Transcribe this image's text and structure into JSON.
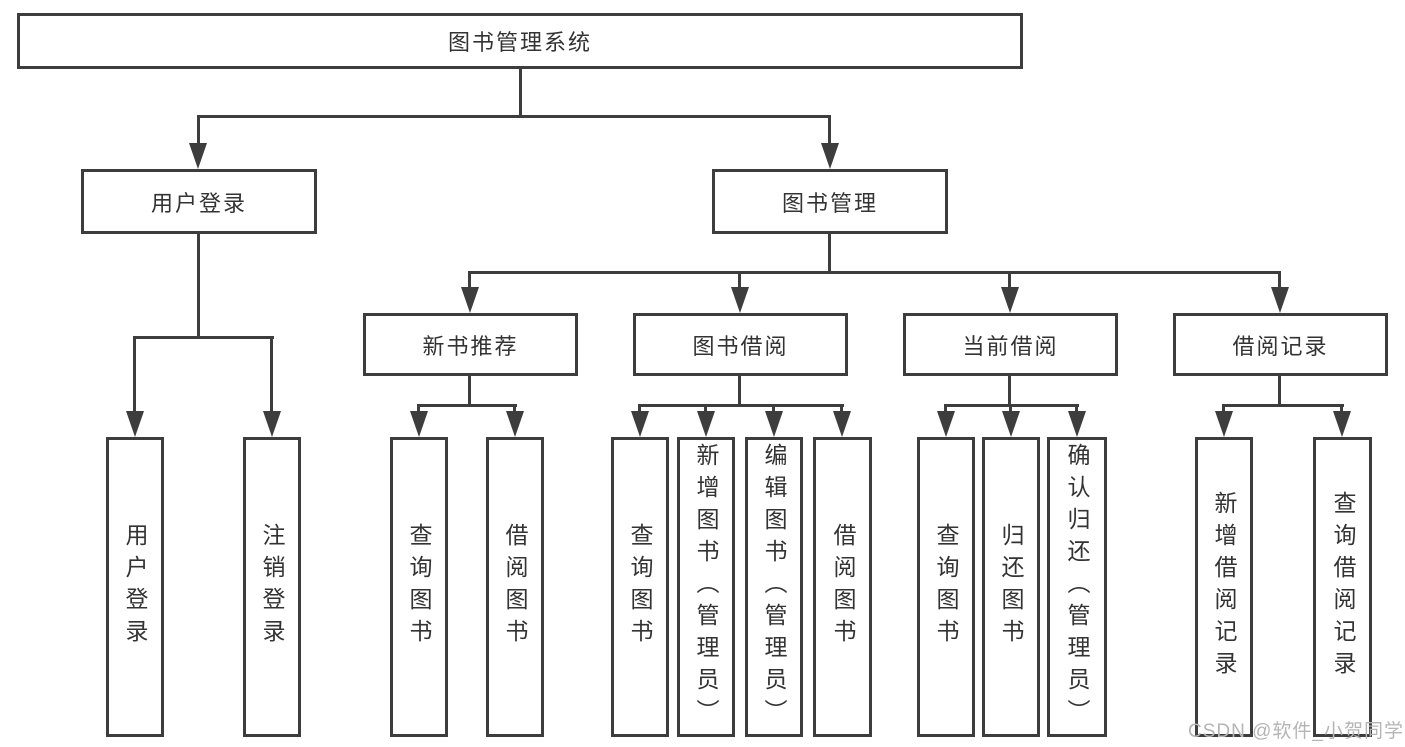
{
  "colors": {
    "line": "#3d3d3d",
    "text": "#333333",
    "watermark": "#b5b5b5",
    "background": "#ffffff"
  },
  "tree": {
    "label": "图书管理系统",
    "children": [
      {
        "label": "用户登录",
        "children": [
          {
            "label": "用户登录"
          },
          {
            "label": "注销登录"
          }
        ]
      },
      {
        "label": "图书管理",
        "children": [
          {
            "label": "新书推荐",
            "children": [
              {
                "label": "查询图书"
              },
              {
                "label": "借阅图书"
              }
            ]
          },
          {
            "label": "图书借阅",
            "children": [
              {
                "label": "查询图书"
              },
              {
                "label": "新增图书（管理员）"
              },
              {
                "label": "编辑图书（管理员）"
              },
              {
                "label": "借阅图书"
              }
            ]
          },
          {
            "label": "当前借阅",
            "children": [
              {
                "label": "查询图书"
              },
              {
                "label": "归还图书"
              },
              {
                "label": "确认归还（管理员）"
              }
            ]
          },
          {
            "label": "借阅记录",
            "children": [
              {
                "label": "新增借阅记录"
              },
              {
                "label": "查询借阅记录"
              }
            ]
          }
        ]
      }
    ]
  },
  "watermark": "CSDN @软件_小贺同学"
}
